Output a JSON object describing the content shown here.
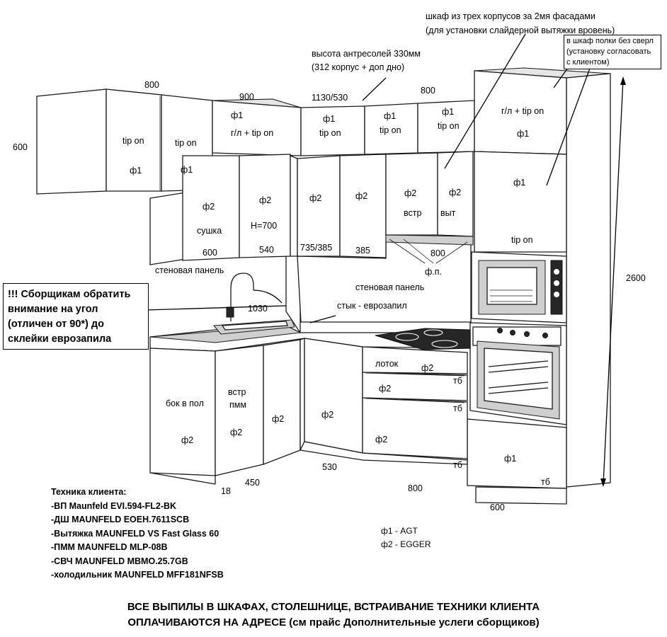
{
  "title_notes": {
    "cabinet_three_bodies_l1": "шкаф из трех корпусов за 2мя фасадами",
    "cabinet_three_bodies_l2": "(для установки слайдерной вытяжки вровень)",
    "mezzanine_height_l1": "высота антресолей 330мм",
    "mezzanine_height_l2": "(312 корпус + доп дно)"
  },
  "fridge_note": {
    "l1": "в шкаф полки без сверл",
    "l2": "(установку согласовать",
    "l3": "с клиентом)"
  },
  "warning": {
    "l1": "!!! Сборщикам обратить",
    "l2": "внимание на угол",
    "l3": "(отличен от 90*) до",
    "l4": "склейки еврозапила"
  },
  "dimensions": {
    "upper_left_width": "800",
    "upper_left_height": "600",
    "mezz_left_width": "900",
    "corner_width": "1130/530",
    "mezz_right_width": "800",
    "dryer_width": "600",
    "dryer_right_width": "540",
    "corner_upper_width": "735/385",
    "corner_upper_right": "385",
    "hood_width": "800",
    "sink_run": "1030",
    "overall_height": "2600",
    "base_left_depth": "450",
    "side_panel": "18",
    "base_corner": "530",
    "base_mid": "800",
    "base_right": "600"
  },
  "fronts": {
    "upper_left_a": [
      "tip on",
      "ф1"
    ],
    "upper_left_b": [
      "tip on",
      "ф1"
    ],
    "mezz_1": [
      "ф1",
      "г/л + tip on"
    ],
    "mezz_2": [
      "ф1",
      "tip on"
    ],
    "mezz_3": [
      "ф1",
      "tip on"
    ],
    "mezz_4": [
      "ф1",
      "tip on"
    ],
    "tall_top": [
      "г/л + tip on",
      "ф1"
    ],
    "tall_mid": [
      "ф1",
      "tip on"
    ],
    "dryer_a": [
      "ф2",
      "сушка"
    ],
    "dryer_b": [
      "ф2",
      "H=700"
    ],
    "wall_c1": "ф2",
    "wall_c2": "ф2",
    "hood_left": [
      "ф2",
      "встр"
    ],
    "hood_right": [
      "ф2",
      "выт"
    ],
    "base_side": [
      "бок в пол",
      "ф2"
    ],
    "dishwasher": [
      "встр",
      "пмм",
      "ф2"
    ],
    "base_door": "ф2",
    "corner_base": "ф2",
    "drawer_1": [
      "лоток",
      "ф2",
      "тб"
    ],
    "drawer_2": [
      "ф2",
      "тб"
    ],
    "drawer_3": [
      "ф2",
      "тб"
    ],
    "tall_bottom": [
      "ф1",
      "тб"
    ]
  },
  "callouts": {
    "wall_panel_left": "стеновая панель",
    "wall_panel_right": "стеновая панель",
    "euro_joint": "стык - еврозапил",
    "false_panel": "ф.п."
  },
  "equipment": {
    "title": "Техника клиента:",
    "items": [
      "-ВП Maunfeld EVI.594-FL2-BK",
      "-ДШ MAUNFELD EOEH.7611SCB",
      "-Вытяжка MAUNFELD VS Fast Glass 60",
      "-ПММ MAUNFELD MLP-08B",
      "-СВЧ MAUNFELD MBMO.25.7GB",
      "-холодильник MAUNFELD MFF181NFSB"
    ]
  },
  "legend": {
    "f1": "ф1 - AGT",
    "f2": "ф2 - EGGER"
  },
  "footer": {
    "l1": "ВСЕ ВЫПИЛЫ В ШКАФАХ, СТОЛЕШНИЦЕ, ВСТРАИВАНИЕ ТЕХНИКИ КЛИЕНТА",
    "l2": "ОПЛАЧИВАЮТСЯ НА АДРЕСЕ (см прайс Дополнительные услеги сборщиков)"
  }
}
